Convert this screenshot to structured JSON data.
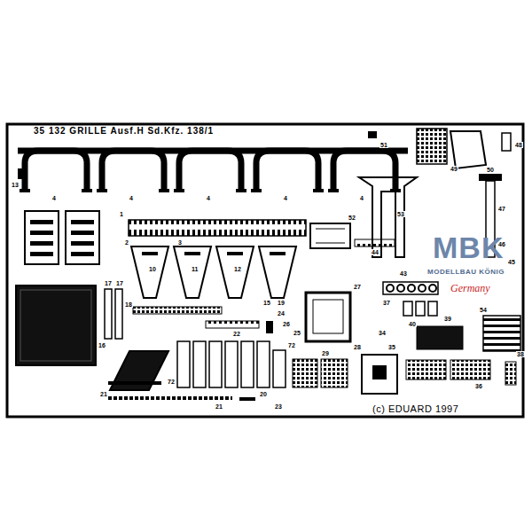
{
  "diagram": {
    "title": "35 132 GRILLE Ausf.H Sd.Kfz. 138/1",
    "labels": [
      "13",
      "4",
      "4",
      "4",
      "4",
      "4",
      "51",
      "49",
      "50",
      "48",
      "52",
      "53",
      "47",
      "46",
      "44",
      "45",
      "43",
      "1",
      "2",
      "3",
      "10",
      "11",
      "12",
      "17",
      "17",
      "18",
      "16",
      "15",
      "19",
      "22",
      "24",
      "26",
      "25",
      "27",
      "28",
      "37",
      "34",
      "35",
      "39",
      "40",
      "54",
      "36",
      "38",
      "72",
      "72",
      "21",
      "21",
      "20",
      "23",
      "29",
      "(c) EDUARD 1997",
      "MBK",
      "MODELLBAU KÖNIG",
      "Germany"
    ]
  }
}
